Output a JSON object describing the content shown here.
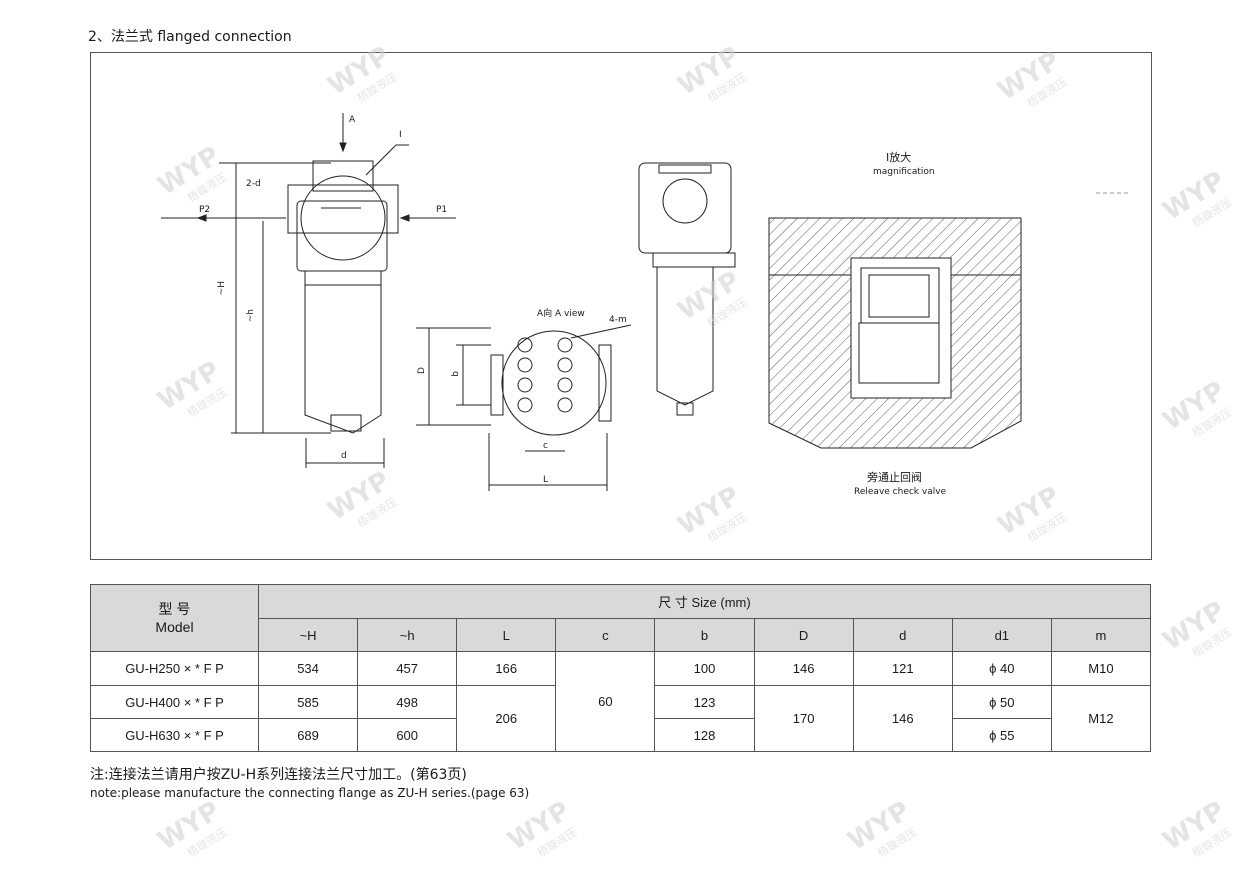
{
  "heading": "2、法兰式  flanged  connection",
  "drawing": {
    "label_A": "A",
    "label_I": "I",
    "label_2d": "2-d",
    "label_P2": "P2",
    "label_P1": "P1",
    "label_H": "~H",
    "label_h": "~h",
    "label_d": "d",
    "a_view": "A向 A view",
    "label_4m": "4-m",
    "label_D": "D",
    "label_b": "b",
    "label_c": "c",
    "label_L": "L",
    "magnify_cn": "I放大",
    "magnify_en": "magnification",
    "valve_cn": "旁通止回阀",
    "valve_en": "Releave check valve"
  },
  "watermark": {
    "logo": "WYP",
    "sub": "梧璇液压"
  },
  "table": {
    "model_cn": "型 号",
    "model_en": "Model",
    "size_header": "尺  寸 Size  (mm)",
    "columns": [
      "~H",
      "~h",
      "L",
      "c",
      "b",
      "D",
      "d",
      "d1",
      "m"
    ],
    "rows": [
      {
        "model": "GU-H250 × * F P",
        "H": "534",
        "h": "457",
        "L": "166",
        "b": "100",
        "D": "146",
        "d": "121",
        "d1": "ϕ 40",
        "m": "M10"
      },
      {
        "model": "GU-H400 × * F P",
        "H": "585",
        "h": "498",
        "b": "123",
        "d1": "ϕ 50"
      },
      {
        "model": "GU-H630 × * F P",
        "H": "689",
        "h": "600",
        "b": "128",
        "d1": "ϕ 55"
      }
    ],
    "merged": {
      "L": "206",
      "c": "60",
      "D": "170",
      "d": "146",
      "m": "M12"
    }
  },
  "note": {
    "cn": "注:连接法兰请用户按ZU-H系列连接法兰尺寸加工。(第63页)",
    "en": "note:please manufacture the connecting flange  as ZU-H series.(page 63)"
  }
}
